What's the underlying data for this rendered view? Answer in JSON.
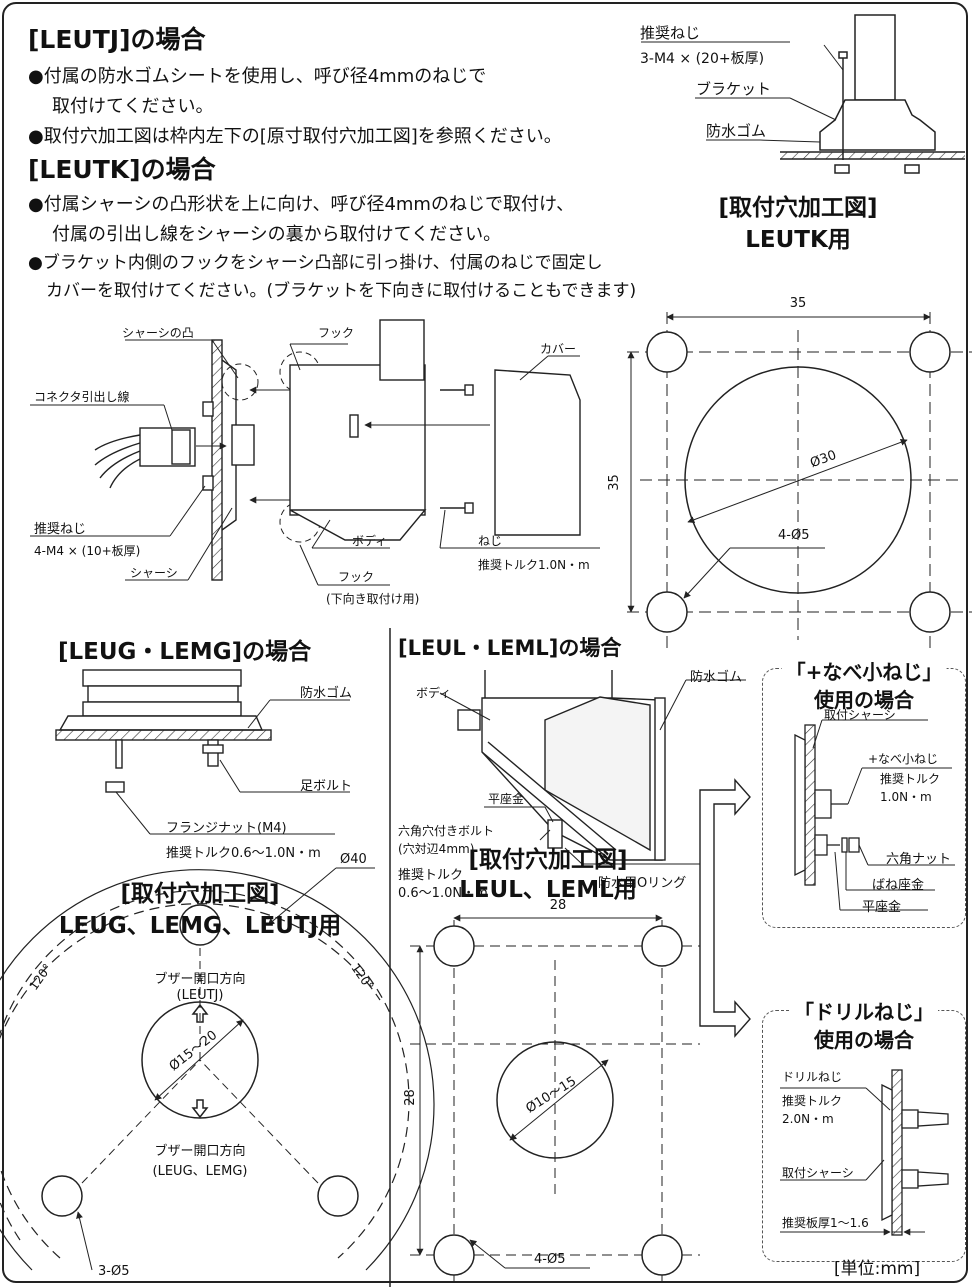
{
  "leutj": {
    "heading": "[LEUTJ]の場合",
    "bullet1_a": "●付属の防水ゴムシートを使用し、呼び径4mmのねじで",
    "bullet1_b": "取付けてください。",
    "bullet2": "●取付穴加工図は枠内左下の[原寸取付穴加工図]を参照ください。"
  },
  "leutk": {
    "heading": "[LEUTK]の場合",
    "bullet1_a": "●付属シャーシの凸形状を上に向け、呼び径4mmのねじで取付け、",
    "bullet1_b": "付属の引出し線をシャーシの裏から取付けてください。",
    "bullet2_a": "●ブラケット内側のフックをシャーシ凸部に引っ掛け、付属のねじで固定し",
    "bullet2_b": "カバーを取付けてください。(ブラケットを下向きに取付けることもできます)"
  },
  "top_right": {
    "label_screw": "推奨ねじ",
    "label_screw_spec": "3-M4 × (20+板厚)",
    "label_bracket": "ブラケット",
    "label_rubber": "防水ゴム"
  },
  "leutk_hole": {
    "title1": "[取付穴加工図]",
    "title2": "LEUTK用",
    "dim_w": "35",
    "dim_h": "35",
    "dim_circle": "Ø30",
    "dim_holes": "4-Ø5"
  },
  "leutk_assembly": {
    "chassis_bump": "シャーシの凸",
    "hook": "フック",
    "cover": "カバー",
    "connector": "コネクタ引出し線",
    "screw_label": "推奨ねじ",
    "screw_spec": "4-M4 × (10+板厚)",
    "chassis": "シャーシ",
    "body": "ボディ",
    "screw": "ねじ",
    "torque": "推奨トルク1.0N・m",
    "hook2": "フック",
    "hook2_note": "(下向き取付け用)"
  },
  "leug": {
    "heading": "[LEUG・LEMG]の場合",
    "rubber": "防水ゴム",
    "foot_bolt": "足ボルト",
    "flange_nut": "フランジナット(M4)",
    "torque": "推奨トルク0.6〜1.0N・m"
  },
  "leug_hole": {
    "title1": "[取付穴加工図]",
    "title2": "LEUG、LEMG、LEUTJ用",
    "dim_outer": "Ø40",
    "angle_left": "120°",
    "angle_right": "120°",
    "buzzer_up": "ブザー開口方向",
    "buzzer_up_sub": "(LEUTJ)",
    "dim_inner": "Ø15〜20",
    "buzzer_down": "ブザー開口方向",
    "buzzer_down_sub": "(LEUG、LEMG)",
    "dim_holes": "3-Ø5"
  },
  "leul": {
    "heading": "[LEUL・LEML]の場合",
    "body": "ボディ",
    "rubber": "防水ゴム",
    "washer": "平座金",
    "hex_bolt": "六角穴付きボルト",
    "hex_bolt_sub": "(穴対辺4mm)",
    "torque_label": "推奨トルク",
    "torque_value": "0.6〜1.0N・m",
    "oring": "防水用Oリング"
  },
  "leul_hole": {
    "title1": "[取付穴加工図]",
    "title2": "LEUL、LEML用",
    "dim_w": "28",
    "dim_h": "28",
    "dim_circle": "Ø10〜15",
    "dim_holes": "4-Ø5"
  },
  "pan_screw": {
    "title1": "「+なべ小ねじ」",
    "title2": "使用の場合",
    "chassis": "取付シャーシ",
    "screw": "+なべ小ねじ",
    "torque_label": "推奨トルク",
    "torque_value": "1.0N・m",
    "hex_nut": "六角ナット",
    "spring_washer": "ばね座金",
    "flat_washer": "平座金"
  },
  "drill_screw": {
    "title1": "「ドリルねじ」",
    "title2": "使用の場合",
    "screw": "ドリルねじ",
    "torque_label": "推奨トルク",
    "torque_value": "2.0N・m",
    "chassis": "取付シャーシ",
    "plate": "推奨板厚1〜1.6"
  },
  "unit": "[単位:mm]"
}
